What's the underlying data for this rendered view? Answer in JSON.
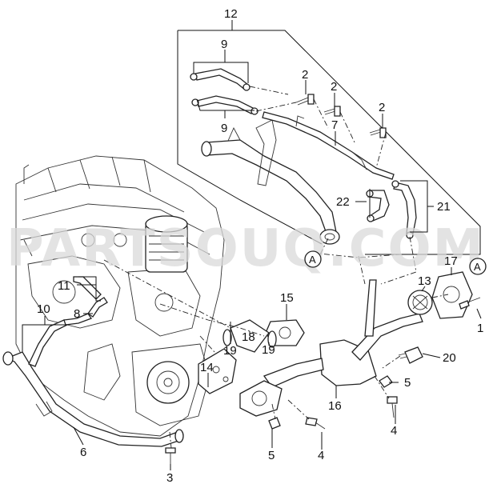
{
  "watermark": "PARTSOUQ.COM",
  "callouts": {
    "c1": "1",
    "c2a": "2",
    "c2b": "2",
    "c2c": "2",
    "c3": "3",
    "c4a": "4",
    "c4b": "4",
    "c5a": "5",
    "c5b": "5",
    "c6": "6",
    "c7": "7",
    "c8": "8",
    "c9a": "9",
    "c9b": "9",
    "c10": "10",
    "c11": "11",
    "c12": "12",
    "c13": "13",
    "c14": "14",
    "c15": "15",
    "c16": "16",
    "c17": "17",
    "c18": "18",
    "c19a": "19",
    "c19b": "19",
    "c20": "20",
    "c21": "21",
    "c22": "22"
  },
  "markers": {
    "a1": "A",
    "a2": "A"
  }
}
